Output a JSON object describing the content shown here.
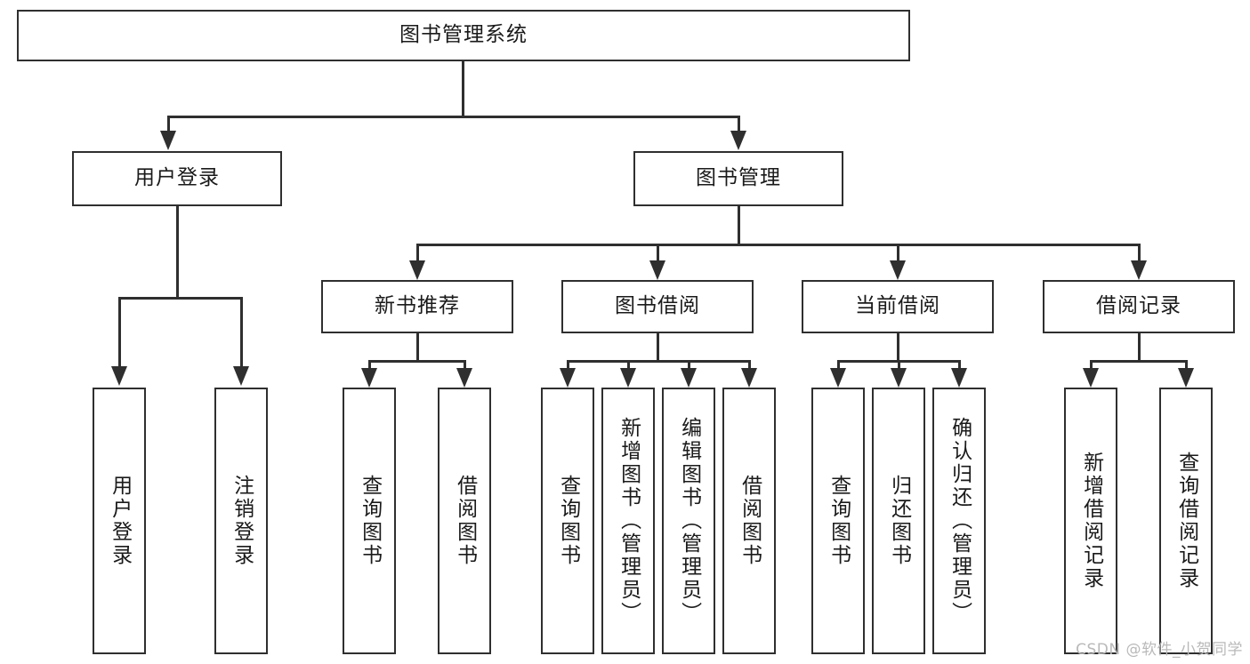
{
  "diagram": {
    "type": "tree-hierarchy",
    "title": "图书管理系统",
    "watermark": "CSDN @软件_小贺同学",
    "colors": {
      "stroke": "#2f2f2f",
      "fill": "#ffffff",
      "text": "#1a1a1a",
      "watermark": "#b9b9b9"
    },
    "levels": {
      "root": {
        "label": "图书管理系统"
      },
      "level2": [
        {
          "id": "user-login",
          "label": "用户登录"
        },
        {
          "id": "book-manage",
          "label": "图书管理"
        }
      ],
      "level3": [
        {
          "id": "new-book-rec",
          "label": "新书推荐",
          "parent": "book-manage"
        },
        {
          "id": "book-borrow",
          "label": "图书借阅",
          "parent": "book-manage"
        },
        {
          "id": "current-borrow",
          "label": "当前借阅",
          "parent": "book-manage"
        },
        {
          "id": "borrow-record",
          "label": "借阅记录",
          "parent": "book-manage"
        }
      ],
      "leaves": {
        "user-login": [
          {
            "id": "leaf-user-login",
            "label": "用户登录"
          },
          {
            "id": "leaf-user-logout",
            "label": "注销登录"
          }
        ],
        "new-book-rec": [
          {
            "id": "leaf-query-book-1",
            "label": "查询图书"
          },
          {
            "id": "leaf-borrow-book-1",
            "label": "借阅图书"
          }
        ],
        "book-borrow": [
          {
            "id": "leaf-query-book-2",
            "label": "查询图书"
          },
          {
            "id": "leaf-add-book",
            "label": "新增图书（管理员）"
          },
          {
            "id": "leaf-edit-book",
            "label": "编辑图书（管理员）"
          },
          {
            "id": "leaf-borrow-book-2",
            "label": "借阅图书"
          }
        ],
        "current-borrow": [
          {
            "id": "leaf-query-book-3",
            "label": "查询图书"
          },
          {
            "id": "leaf-return-book",
            "label": "归还图书"
          },
          {
            "id": "leaf-confirm-return",
            "label": "确认归还（管理员）"
          }
        ],
        "borrow-record": [
          {
            "id": "leaf-add-record",
            "label": "新增借阅记录"
          },
          {
            "id": "leaf-query-record",
            "label": "查询借阅记录"
          }
        ]
      }
    }
  }
}
